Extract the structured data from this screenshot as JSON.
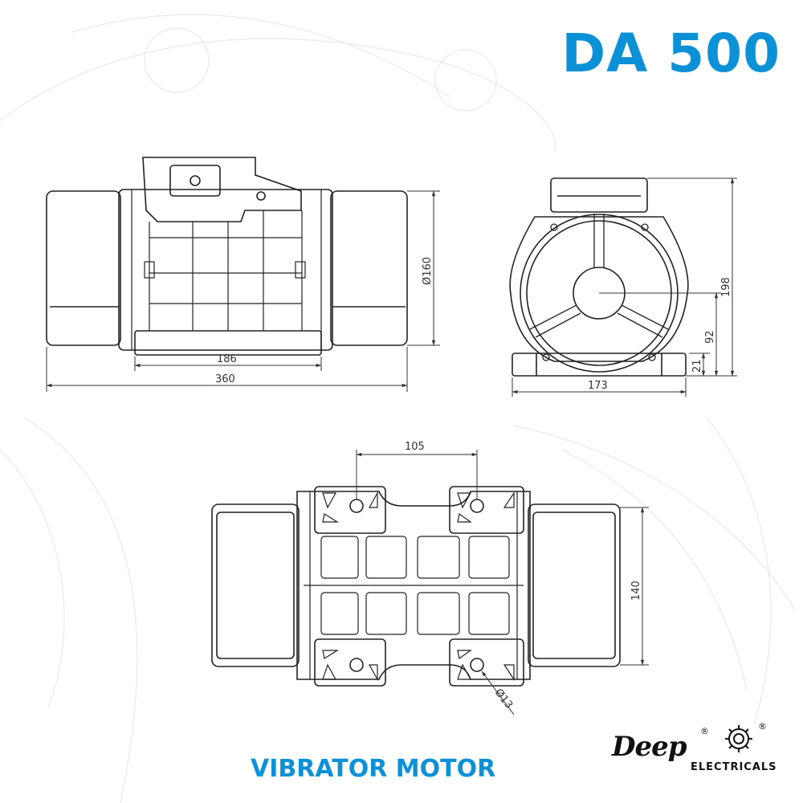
{
  "title": "DA 500",
  "subtitle": "VIBRATOR MOTOR",
  "brand": {
    "name": "Deep",
    "sub": "ELECTRICALS",
    "registered_mark": "®"
  },
  "colors": {
    "accent": "#0d91d6",
    "line": "#222222",
    "faint": "#e6e6e6"
  },
  "dimensions": {
    "side_overall_length": "360",
    "side_base_length": "186",
    "side_diameter": "Ø160",
    "end_base_width": "173",
    "end_total_height": "198",
    "end_axis_height": "92",
    "end_foot_height": "21",
    "top_hole_spacing": "105",
    "top_body_width": "140",
    "top_hole_diameter": "Ø13"
  }
}
